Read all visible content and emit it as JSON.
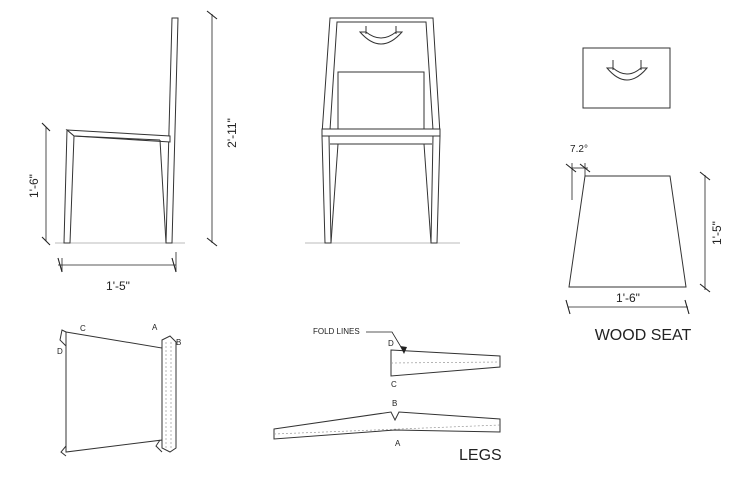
{
  "dimensions": {
    "side_height_seat": "1'-6\"",
    "side_depth": "1'-5\"",
    "overall_height": "2'-11\"",
    "seat_angle": "7.2°",
    "seat_height": "1'-5\"",
    "seat_width": "1'-6\""
  },
  "labels": {
    "wood_seat": "WOOD SEAT",
    "legs": "LEGS",
    "fold_lines": "FOLD LINES"
  },
  "points": {
    "a": "A",
    "b": "B",
    "c": "C",
    "d": "D"
  }
}
